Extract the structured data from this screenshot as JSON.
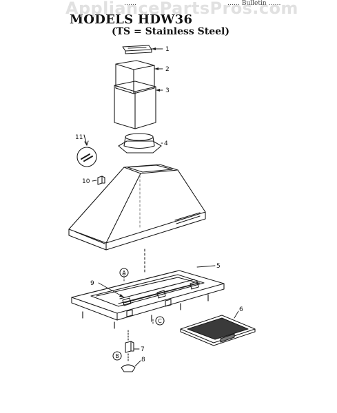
{
  "header": {
    "cut_left": "……",
    "cut_mid": "……",
    "cut_right": "…… Bulletin ……"
  },
  "watermark": "AppliancePartsPros.com",
  "title": {
    "line1": "MODELS HDW36",
    "line2": "(TS = Stainless Steel)"
  },
  "callouts": {
    "c1": "1",
    "c2": "2",
    "c3": "3",
    "c4": "4",
    "c5": "5",
    "c6": "6",
    "c7": "7",
    "c8": "8",
    "c9": "9",
    "c10": "10",
    "c11": "11",
    "markerA": "A",
    "markerB": "B",
    "markerC": "C"
  },
  "colors": {
    "line": "#1a1a1a",
    "watermark": "#c8c8c8"
  }
}
